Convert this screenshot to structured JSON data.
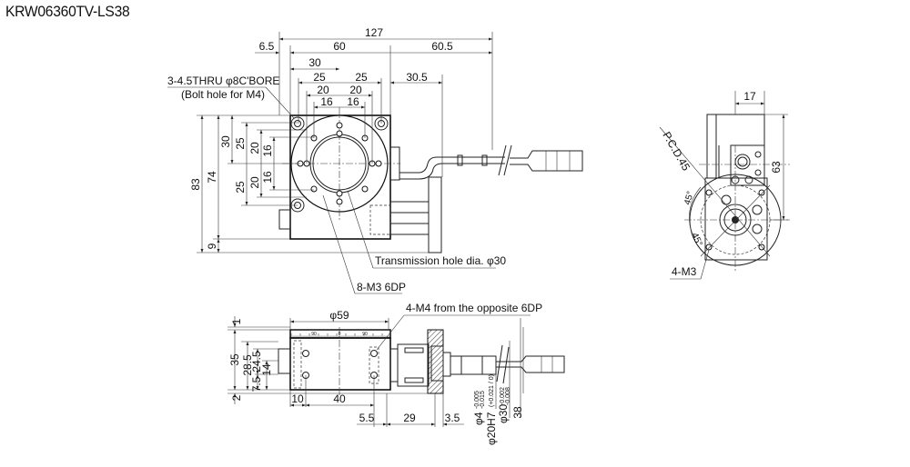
{
  "title": "KRW06360TV-LS38",
  "top_view": {
    "dims": {
      "overall_width": "127",
      "left_offset": "6.5",
      "body_width": "60",
      "right_extent": "60.5",
      "half_width": "30",
      "hole_25_left": "25",
      "hole_25_right": "25",
      "hole_20_left": "20",
      "hole_20_right": "20",
      "hole_16_left": "16",
      "hole_16_right": "16",
      "bracket": "30.5",
      "overall_height": "83",
      "body_height": "74",
      "half_height": "30",
      "v25_top": "25",
      "v25_bottom": "25",
      "v20_top": "20",
      "v20_bottom": "20",
      "v16_top": "16",
      "v16_bottom": "16",
      "bottom_offset": "9"
    },
    "callouts": {
      "bolt_hole_line1": "3-4.5THRU φ8C'BORE",
      "bolt_hole_line2": "(Bolt hole for M4)",
      "transmission_hole": "Transmission hole dia. φ30",
      "tapped_holes": "8-M3 6DP"
    }
  },
  "side_view": {
    "dims": {
      "width": "17",
      "height": "63",
      "angle_top": "45°",
      "angle_bottom": "45°"
    },
    "callouts": {
      "pcd": "P.C.D.45",
      "tapped": "4-M3"
    }
  },
  "front_view": {
    "dims": {
      "table_dia": "φ59",
      "height_35": "35",
      "height_28_5": "28.5",
      "height_24_5": "24.5",
      "height_14": "14",
      "height_7_5": "7.5",
      "top_gap": "1",
      "bottom_gap": "2",
      "hole_10": "10",
      "hole_40": "40",
      "offset_5_5": "5.5",
      "length_29": "29",
      "thick_3_5": "3.5",
      "shaft_dia": "φ4",
      "shaft_tol_upper": "-0.005",
      "shaft_tol_lower": "-0.015",
      "bore_dia": "φ20H7",
      "bore_tol": "(+0.021 / 0)",
      "spigot_dia": "φ30",
      "spigot_tol_upper": "-0.002",
      "spigot_tol_lower": "-0.008",
      "length_38": "38"
    },
    "callouts": {
      "m4_holes": "4-M4 from the opposite 6DP"
    },
    "scale_marks": [
      "90",
      "0",
      "90"
    ]
  }
}
